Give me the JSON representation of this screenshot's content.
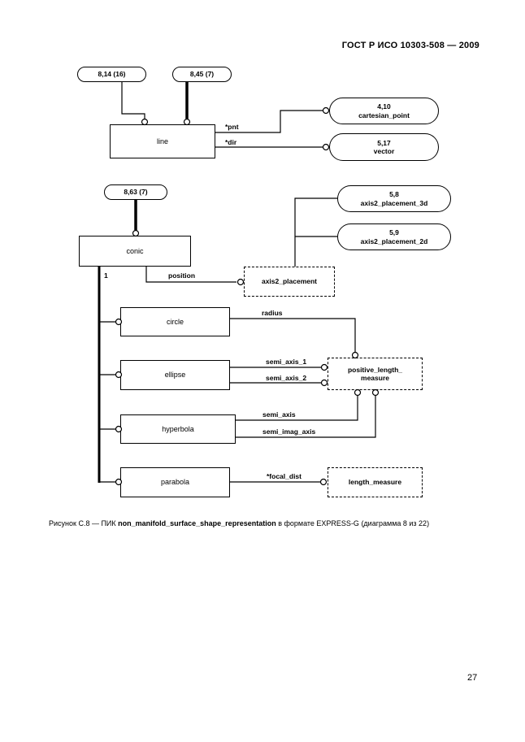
{
  "header": {
    "title": "ГОСТ Р ИСО 10303-508 — 2009"
  },
  "footer": {
    "page_number": "27"
  },
  "caption": {
    "prefix": "Рисунок С.8 — ПИК ",
    "term": "non_manifold_surface_shape_representation",
    "suffix": " в формате EXPRESS-G (диаграмма 8 из 22)"
  },
  "diagram": {
    "page_refs": {
      "ref_8_14": "8,14 (16)",
      "ref_8_45": "8,45 (7)",
      "ref_8_63": "8,63 (7)"
    },
    "entities": {
      "line": "line",
      "conic": "conic",
      "circle": "circle",
      "ellipse": "ellipse",
      "hyperbola": "hyperbola",
      "parabola": "parabola"
    },
    "external": {
      "cartesian_point": {
        "ref": "4,10",
        "name": "cartesian_point"
      },
      "vector": {
        "ref": "5,17",
        "name": "vector"
      },
      "axis2_placement_3d": {
        "ref": "5,8",
        "name": "axis2_placement_3d"
      },
      "axis2_placement_2d": {
        "ref": "5,9",
        "name": "axis2_placement_2d"
      }
    },
    "selects": {
      "axis2_placement": "axis2_placement",
      "positive_length_measure_l1": "positive_length_",
      "positive_length_measure_l2": "measure",
      "length_measure": "length_measure"
    },
    "attributes": {
      "pnt": "*pnt",
      "dir": "*dir",
      "position": "position",
      "radius": "radius",
      "semi_axis_1": "semi_axis_1",
      "semi_axis_2": "semi_axis_2",
      "semi_axis": "semi_axis",
      "semi_imag_axis": "semi_imag_axis",
      "focal_dist": "*focal_dist"
    },
    "cardinality": {
      "one": "1"
    }
  }
}
